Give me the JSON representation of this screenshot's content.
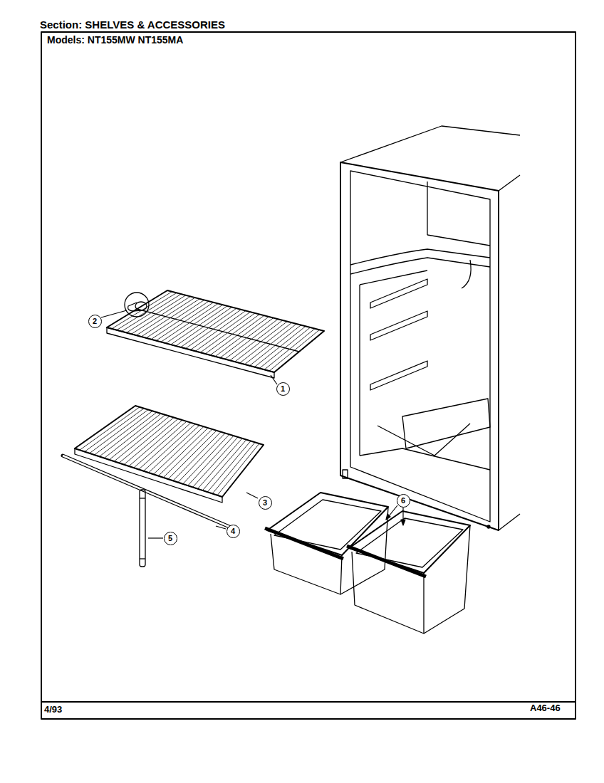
{
  "diagram": {
    "title": "Section: SHELVES & ACCESSORIES",
    "nodes": [
      {
        "text": [
          "2"
        ]
      },
      {
        "text": [
          "1"
        ]
      },
      {
        "text": [
          "6"
        ]
      },
      {
        "text": [
          "3"
        ]
      },
      {
        "text": [
          "4"
        ]
      },
      {
        "text": [
          "5"
        ]
      }
    ],
    "labels": [
      "Models: NT155MW NT155MA",
      "4/93",
      "A46-46"
    ]
  }
}
